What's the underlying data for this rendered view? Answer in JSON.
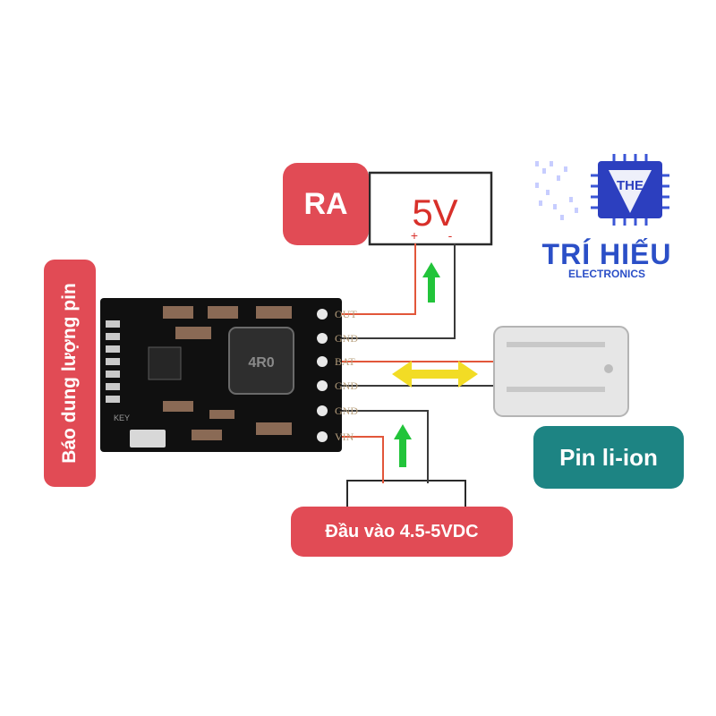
{
  "labels": {
    "output": "RA",
    "output_voltage": "5V",
    "output_plus": "+",
    "output_minus": "-",
    "battery": "Pin li-ion",
    "input": "Đầu vào 4.5-5VDC",
    "capacity_indicator": "Báo dung lượng pin"
  },
  "board": {
    "pins": [
      "OUT",
      "GND",
      "BAT",
      "GND",
      "GND",
      "VIN"
    ],
    "inductor_text": "4R0",
    "key_text": "KEY"
  },
  "logo": {
    "monogram": "THE",
    "name": "TRÍ HIẾU",
    "subtitle": "ELECTRONICS"
  },
  "colors": {
    "label_red": "#e14b55",
    "label_teal": "#1d8483",
    "logo_blue": "#2b4fc7",
    "wire_red": "#e2563a",
    "wire_dark": "#3a3a3a",
    "arrow_green": "#22c43a",
    "arrow_yellow": "#f2dc25",
    "board": "#101010"
  },
  "icons": {
    "flow_arrows": "arrow-up-icon",
    "charge_discharge": "double-arrow-icon",
    "logo_chip": "chip-icon"
  }
}
